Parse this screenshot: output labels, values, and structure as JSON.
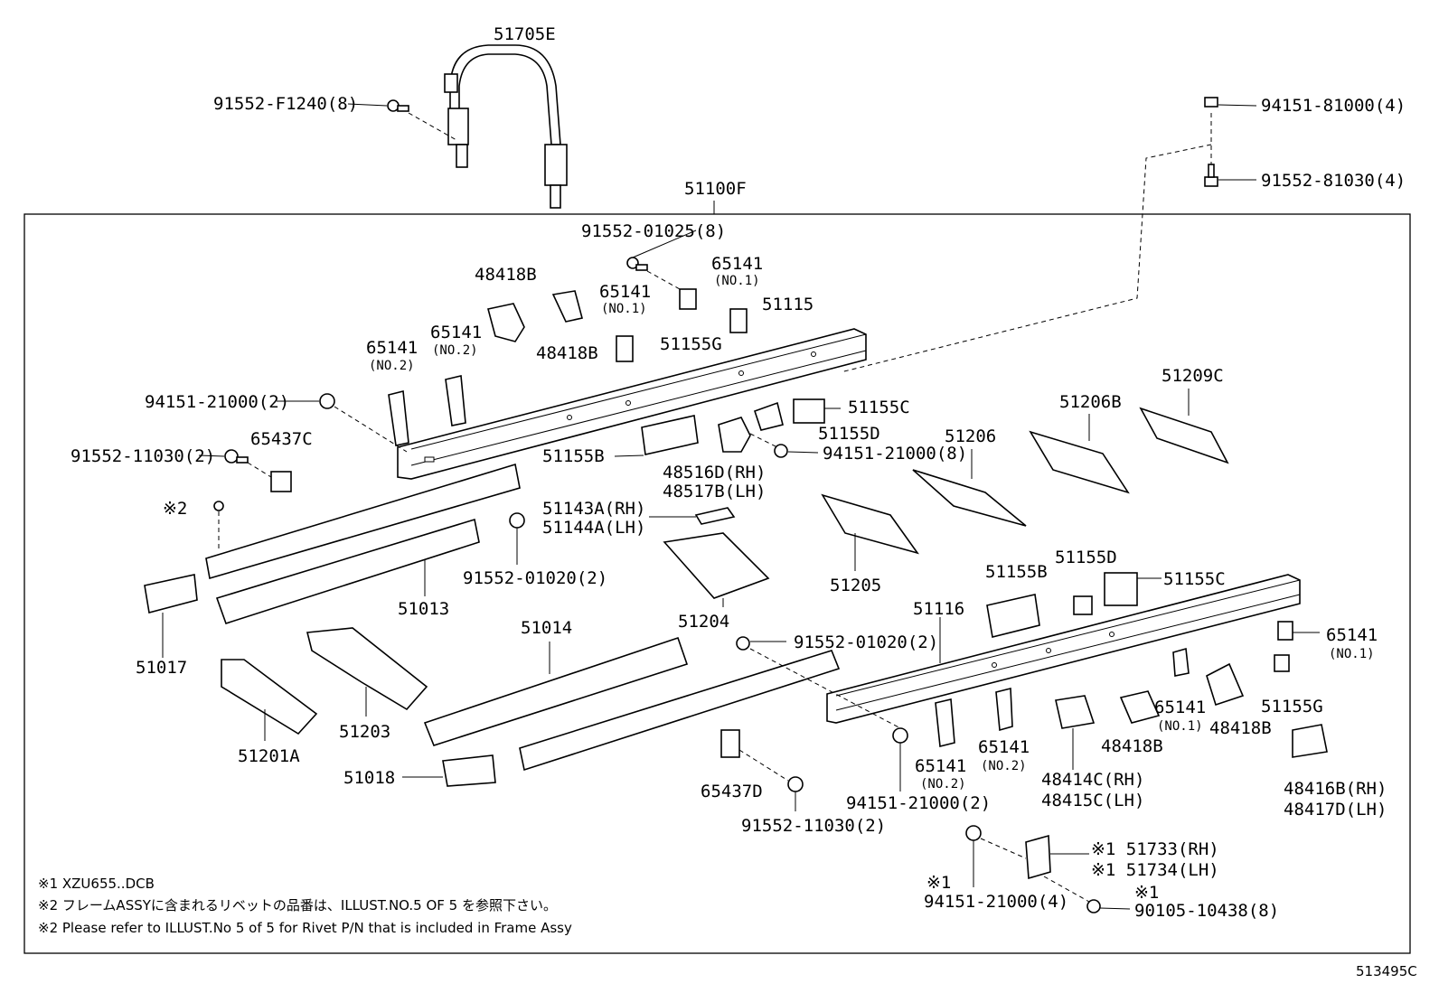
{
  "labels": {
    "p51705E": "51705E",
    "p91552F1240": "91552-F1240(8)",
    "p94151_81000": "94151-81000(4)",
    "p91552_81030": "91552-81030(4)",
    "p51100F": "51100F",
    "p91552_01025": "91552-01025(8)",
    "p48418B_a": "48418B",
    "p48418B_b": "48418B",
    "p65141_no1_a": "65141",
    "p65141_no1_a_sub": "(NO.1)",
    "p65141_no1_b": "65141",
    "p65141_no1_b_sub": "(NO.1)",
    "p51155G_a": "51155G",
    "p51115": "51115",
    "p65141_no2_a": "65141",
    "p65141_no2_a_sub": "(NO.2)",
    "p65141_no2_b": "65141",
    "p65141_no2_b_sub": "(NO.2)",
    "p94151_21000_a": "94151-21000(2)",
    "p65437C": "65437C",
    "p91552_11030_a": "91552-11030(2)",
    "p_note2_mark": "※2",
    "p51155C_a": "51155C",
    "p51155D_a": "51155D",
    "p51155B_a": "51155B",
    "p94151_21000_8": "94151-21000(8)",
    "p48516D": "48516D(RH)",
    "p48517B": "48517B(LH)",
    "p51143A": "51143A(RH)",
    "p51144A": "51144A(LH)",
    "p91552_01020_a": "91552-01020(2)",
    "p51013": "51013",
    "p51017": "51017",
    "p51206": "51206",
    "p51206B": "51206B",
    "p51209C": "51209C",
    "p51205": "51205",
    "p51204": "51204",
    "p51014": "51014",
    "p51203": "51203",
    "p51201A": "51201A",
    "p51018": "51018",
    "p91552_01020_b": "91552-01020(2)",
    "p51116": "51116",
    "p51155B_b": "51155B",
    "p51155D_b": "51155D",
    "p51155C_b": "51155C",
    "p65141_no1_c": "65141",
    "p65141_no1_c_sub": "(NO.1)",
    "p65141_no1_d": "65141",
    "p65141_no1_d_sub": "(NO.1)",
    "p51155G_b": "51155G",
    "p48418B_c": "48418B",
    "p48418B_d": "48418B",
    "p65141_no2_c": "65141",
    "p65141_no2_c_sub": "(NO.2)",
    "p65141_no2_d": "65141",
    "p65141_no2_d_sub": "(NO.2)",
    "p48414C": "48414C(RH)",
    "p48415C": "48415C(LH)",
    "p48416B": "48416B(RH)",
    "p48417D": "48417D(LH)",
    "p65437D": "65437D",
    "p91552_11030_b": "91552-11030(2)",
    "p94151_21000_b": "94151-21000(2)",
    "p51733": "※1 51733(RH)",
    "p51734": "※1 51734(LH)",
    "p94151_21000_4_mark": "※1",
    "p94151_21000_4": "94151-21000(4)",
    "p90105_mark": "※1",
    "p90105": "90105-10438(8)"
  },
  "notes": {
    "n1": "※1  XZU655..DCB",
    "n2": "※2  フレームASSYに含まれるリベットの品番は、ILLUST.NO.5 OF 5 を参照下さい。",
    "n3": "※2  Please refer to ILLUST.No 5 of 5 for Rivet P/N that is included in Frame Assy"
  },
  "illustration_id": "513495C"
}
